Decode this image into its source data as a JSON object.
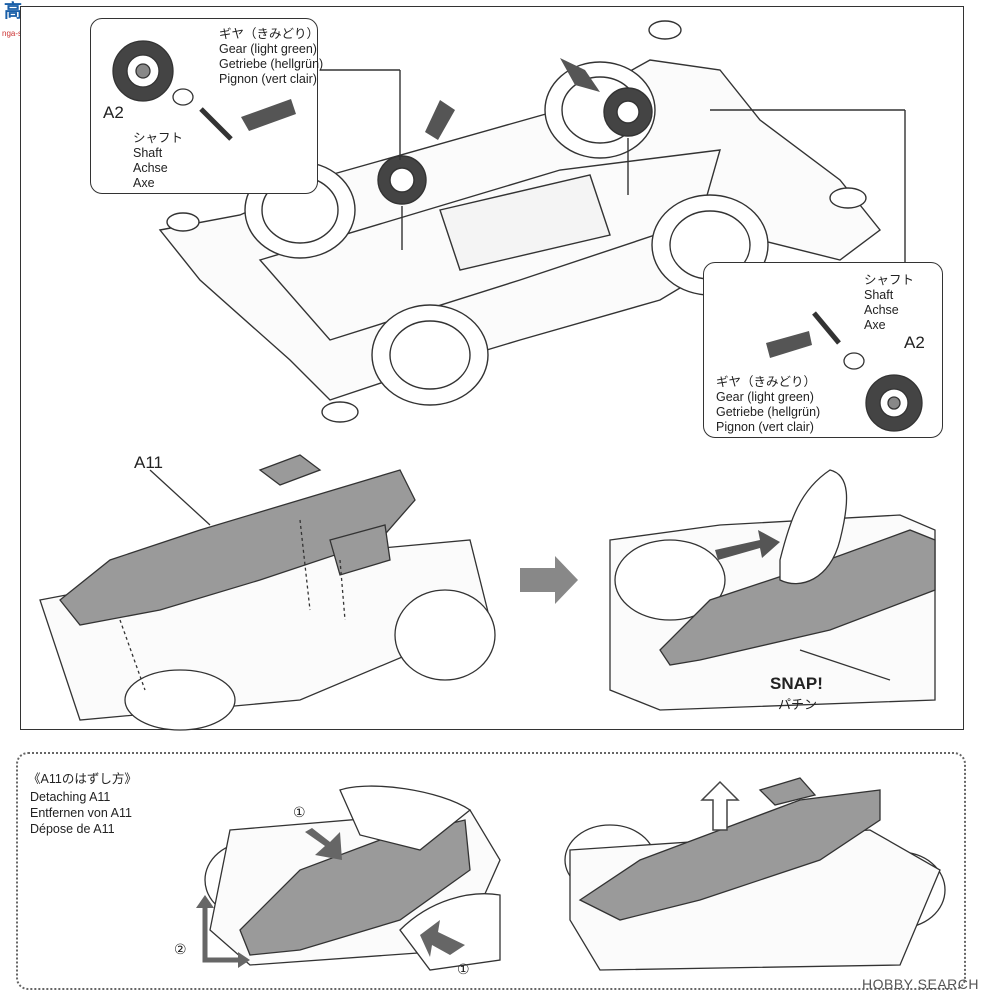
{
  "top_logo": {
    "text": "高",
    "subtext": "nga-shop.com"
  },
  "gear_callout_left": {
    "jp": "ギヤ（きみどり）",
    "en": "Gear (light green)",
    "de": "Getriebe (hellgrün)",
    "fr": "Pignon (vert clair)",
    "part": "A2",
    "shaft_jp": "シャフト",
    "shaft_en": "Shaft",
    "shaft_de": "Achse",
    "shaft_fr": "Axe"
  },
  "gear_callout_right": {
    "shaft_jp": "シャフト",
    "shaft_en": "Shaft",
    "shaft_de": "Achse",
    "shaft_fr": "Axe",
    "part": "A2",
    "jp": "ギヤ（きみどり）",
    "en": "Gear (light green)",
    "de": "Getriebe (hellgrün)",
    "fr": "Pignon (vert clair)"
  },
  "body_label": "A11",
  "snap": {
    "en": "SNAP!",
    "jp": "パチン"
  },
  "detach": {
    "jp": "《A11のはずし方》",
    "en": "Detaching A11",
    "de": "Entfernen von A11",
    "fr": "Dépose de A11",
    "step1": "①",
    "step2": "②",
    "step1b": "①"
  },
  "watermark": "HOBBY SEARCH",
  "colors": {
    "line": "#333333",
    "part_fill": "#9a9a9a",
    "arrow": "#555555"
  }
}
